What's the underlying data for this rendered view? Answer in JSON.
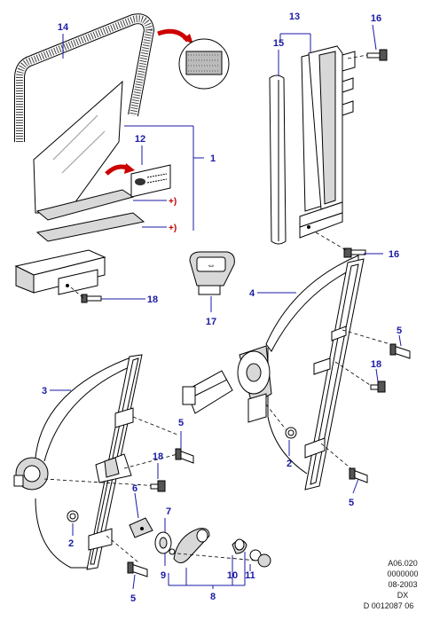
{
  "callouts": {
    "c1": "1",
    "c2a": "2",
    "c2b": "2",
    "c3": "3",
    "c4": "4",
    "c5a": "5",
    "c5b": "5",
    "c5c": "5",
    "c5d": "5",
    "c6": "6",
    "c7": "7",
    "c8": "8",
    "c9": "9",
    "c10": "10",
    "c11": "11",
    "c12": "12",
    "c13": "13",
    "c14": "14",
    "c15": "15",
    "c16a": "16",
    "c16b": "16",
    "c17": "17",
    "c18a": "18",
    "c18b": "18",
    "c18c": "18"
  },
  "plus_marks": {
    "p1": "+)",
    "p2": "+)"
  },
  "reference": {
    "line1": "A06.020",
    "line2": "0000000",
    "line3": "08-2003",
    "line4": "DX",
    "line5": "D 0012087 06"
  },
  "colors": {
    "callout": "#1a1aa6",
    "arrow": "#cc0000",
    "line": "#000000"
  }
}
